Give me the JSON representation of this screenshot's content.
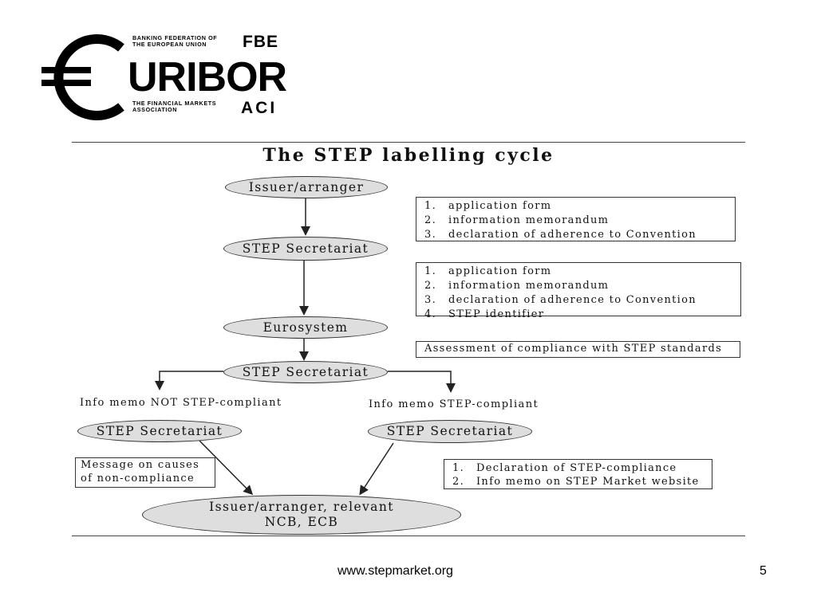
{
  "logo": {
    "line1": "BANKING FEDERATION OF",
    "line2": "THE EUROPEAN UNION",
    "fbe": "FBE",
    "wordmark": "URIBOR",
    "line3": "THE FINANCIAL MARKETS",
    "line4": "ASSOCIATION",
    "aci": "ACI"
  },
  "diagram": {
    "title": "The STEP labelling cycle",
    "nodes": {
      "issuer": "Issuer/arranger",
      "secretariat1": "STEP Secretariat",
      "eurosystem": "Eurosystem",
      "secretariat2": "STEP Secretariat",
      "secretariat_left": "STEP Secretariat",
      "secretariat_right": "STEP Secretariat",
      "final_line1": "Issuer/arranger, relevant",
      "final_line2": "NCB, ECB"
    },
    "branch_labels": {
      "left": "Info memo NOT STEP-compliant",
      "right": "Info memo STEP-compliant"
    },
    "box1": [
      {
        "n": "1.",
        "text": "application form"
      },
      {
        "n": "2.",
        "text": "information memorandum"
      },
      {
        "n": "3.",
        "text": "declaration of adherence to Convention"
      }
    ],
    "box2": [
      {
        "n": "1.",
        "text": "application form"
      },
      {
        "n": "2.",
        "text": "information memorandum"
      },
      {
        "n": "3.",
        "text": "declaration of adherence to Convention"
      },
      {
        "n": "4.",
        "text": "STEP identifier"
      }
    ],
    "box3": "Assessment of compliance with STEP standards",
    "box_left_line1": "Message on causes",
    "box_left_line2": "of non-compliance",
    "box_right": [
      {
        "n": "1.",
        "text": "Declaration of STEP-compliance"
      },
      {
        "n": "2.",
        "text": "Info memo on STEP Market website"
      }
    ]
  },
  "footer": {
    "url": "www.stepmarket.org",
    "page": "5"
  }
}
